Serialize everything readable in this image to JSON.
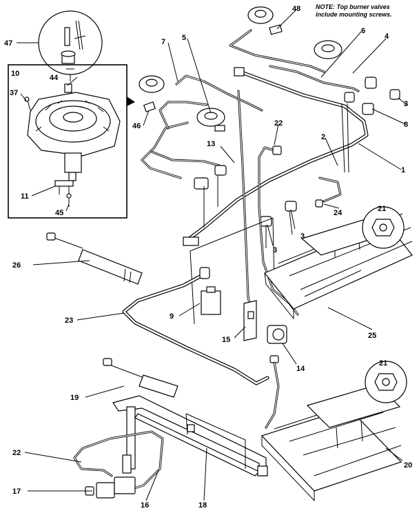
{
  "note": {
    "line1": "NOTE: Top burner valves",
    "line2": "include mounting screws."
  },
  "labels": {
    "l1": "1",
    "l2": "2",
    "l3a": "3",
    "l3b": "3",
    "l3c": "3",
    "l4": "4",
    "l5": "5",
    "l6": "6",
    "l7": "7",
    "l8": "8",
    "l9": "9",
    "l10": "10",
    "l11": "11",
    "l13": "13",
    "l14": "14",
    "l15": "15",
    "l16": "16",
    "l17": "17",
    "l18": "18",
    "l19": "19",
    "l20": "20",
    "l21a": "21",
    "l21b": "21",
    "l22a": "22",
    "l22b": "22",
    "l23": "23",
    "l24": "24",
    "l25": "25",
    "l26": "26",
    "l37": "37",
    "l44": "44",
    "l45": "45",
    "l46": "46",
    "l47": "47",
    "l48": "48"
  }
}
